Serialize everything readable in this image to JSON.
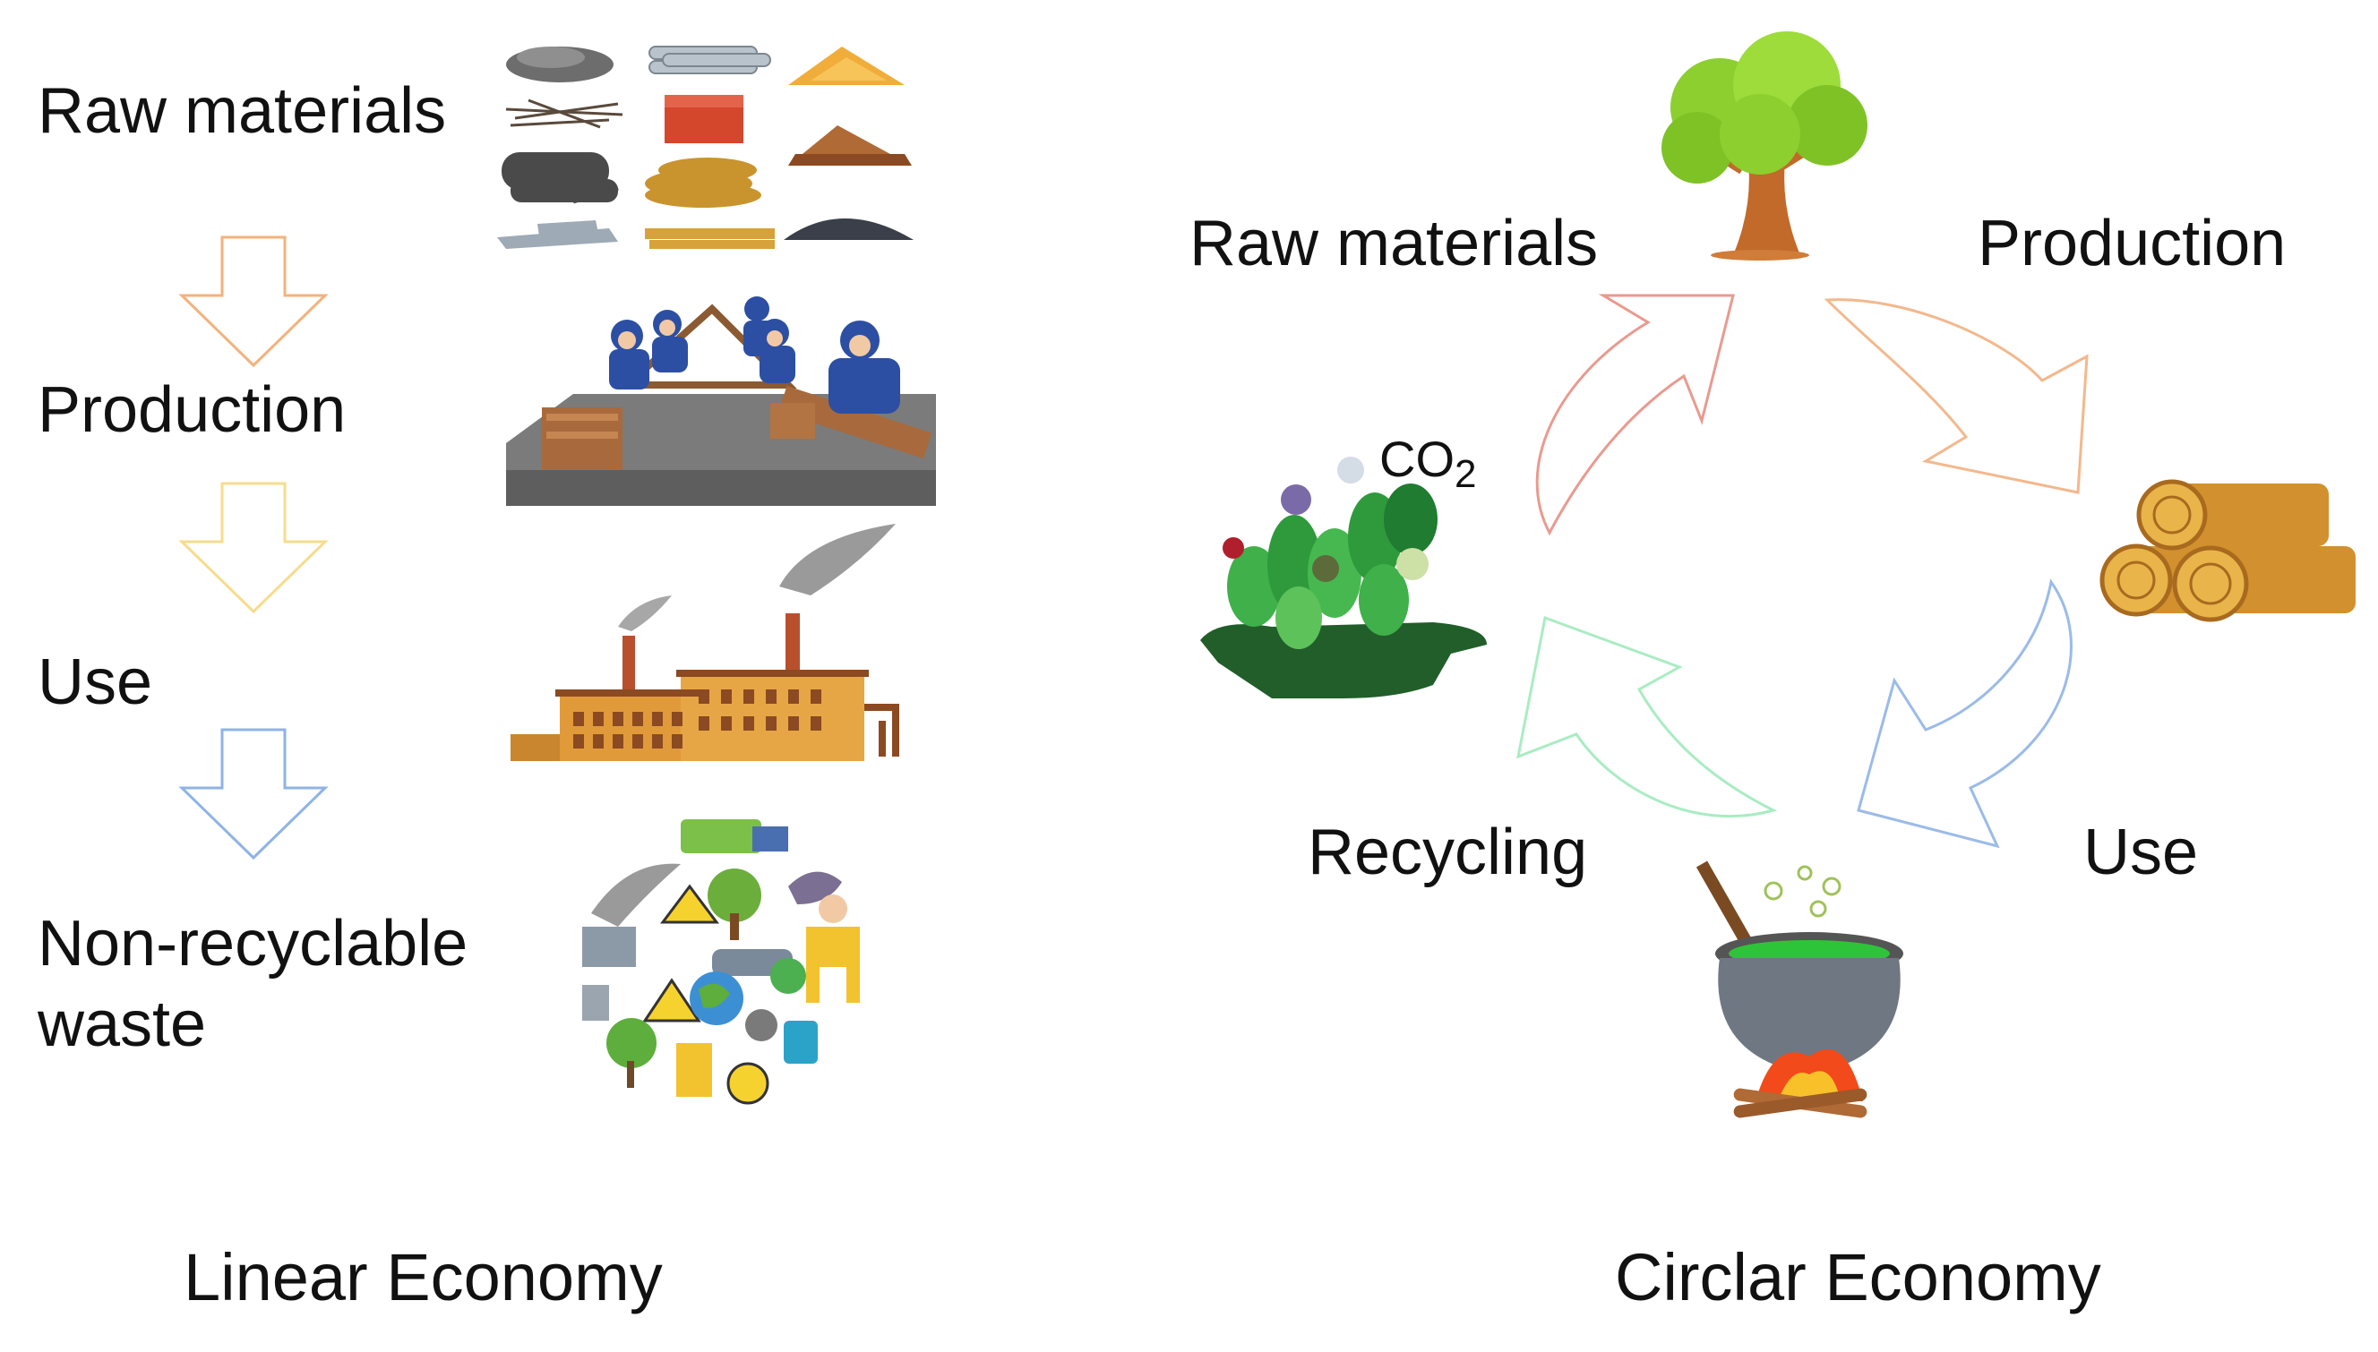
{
  "linear": {
    "steps": [
      "Raw materials",
      "Production",
      "Use",
      "Non-recyclable",
      "waste"
    ],
    "caption": "Linear Economy",
    "arrow_colors": [
      "#f3b27c",
      "#f7dc8c",
      "#8fb3e6"
    ]
  },
  "circular": {
    "labels": {
      "raw": "Raw materials",
      "production": "Production",
      "use": "Use",
      "recycling": "Recycling"
    },
    "co2_main": "CO",
    "co2_sub": "2",
    "caption": "Circlar Economy",
    "arrow_colors": {
      "raw_to_production": "#e99a8f",
      "production_to_use": "#f3b88c",
      "use_to_recycling": "#9bbbe8",
      "recycling_to_raw": "#a9ecc2"
    }
  },
  "icons": [
    "raw-materials-icon",
    "workers-production-icon",
    "factory-icon",
    "pollution-waste-icon",
    "tree-icon",
    "log-pile-icon",
    "cauldron-fire-icon",
    "forest-co2-icon"
  ]
}
